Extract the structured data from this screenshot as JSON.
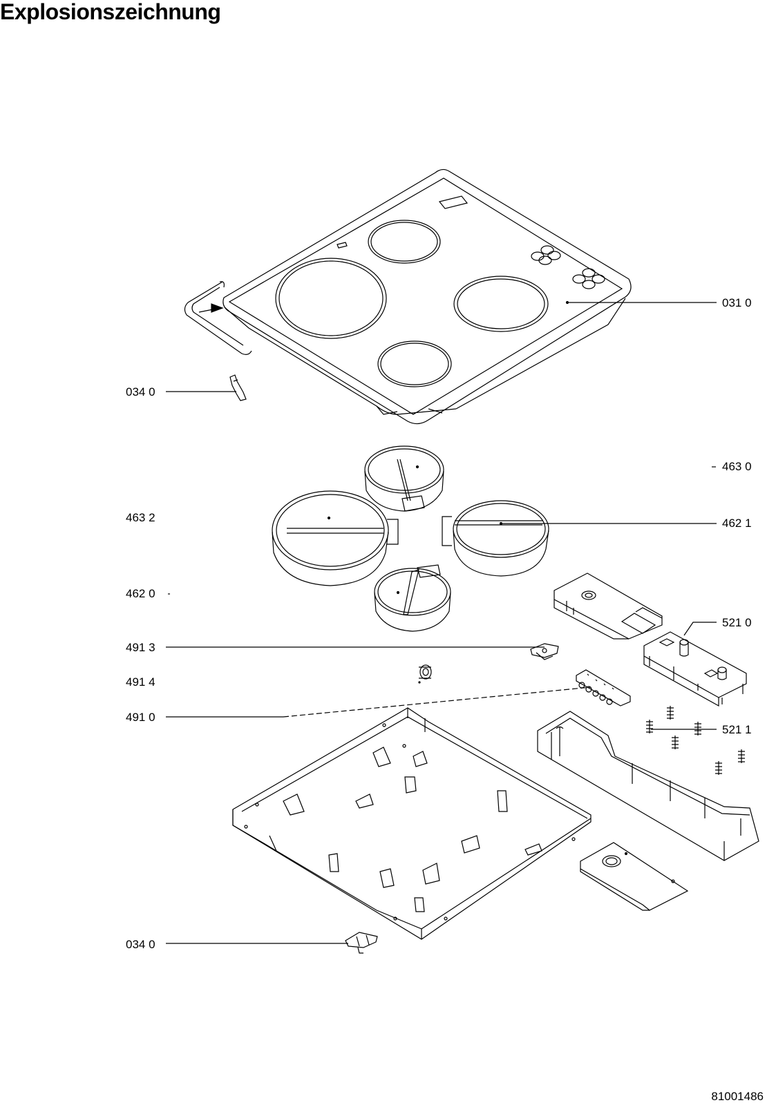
{
  "title": "Explosionszeichnung",
  "doc_number": "81001486",
  "parts": {
    "p0310": "031 0",
    "p0340_top": "034 0",
    "p4630": "463 0",
    "p4632": "463 2",
    "p4621": "462 1",
    "p4620": "462 0",
    "p5210": "521 0",
    "p4913": "491 3",
    "p4914": "491 4",
    "p4910": "491 0",
    "p5211": "521 1",
    "p0340_bottom": "034 0"
  }
}
